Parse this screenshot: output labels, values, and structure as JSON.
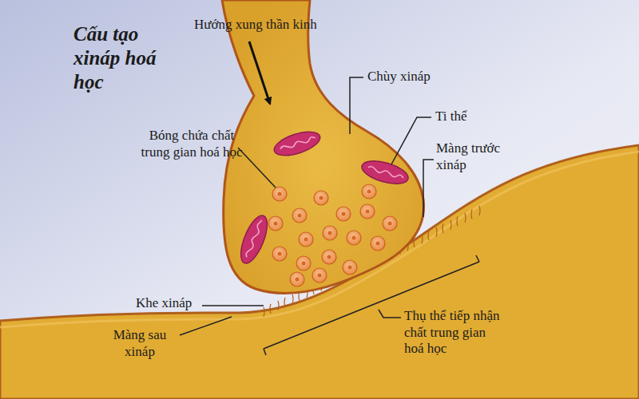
{
  "diagram": {
    "title": "Cấu tạo xináp hoá học",
    "labels": [
      "Hướng xung thần kinh",
      "Chùy xináp",
      "Ti thể",
      "Bóng chứa chất trung gian hoá học",
      "Màng trước xináp",
      "Khe xináp",
      "Màng sau xináp",
      "Thụ thể tiếp nhận chất trung gian hoá học"
    ]
  }
}
